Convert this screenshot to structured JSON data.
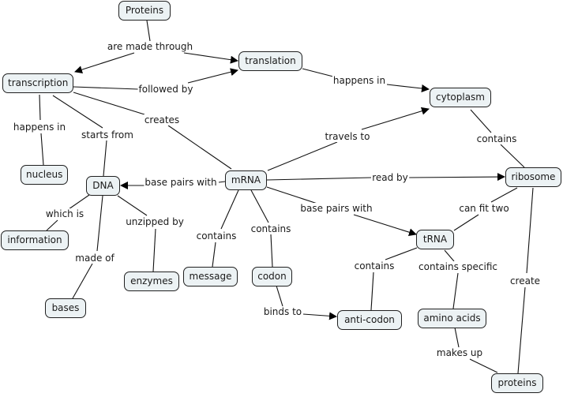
{
  "nodes": {
    "proteins_top": "Proteins",
    "transcription": "transcription",
    "translation": "translation",
    "cytoplasm": "cytoplasm",
    "nucleus": "nucleus",
    "dna": "DNA",
    "mrna": "mRNA",
    "ribosome": "ribosome",
    "information": "information",
    "enzymes": "enzymes",
    "message": "message",
    "codon": "codon",
    "trna": "tRNA",
    "bases": "bases",
    "anticodon": "anti-codon",
    "amino_acids": "amino acids",
    "proteins_bottom": "proteins"
  },
  "links": {
    "are_made_through": "are made through",
    "followed_by": "followed by",
    "happens_in_translation": "happens in",
    "happens_in_transcription": "happens in",
    "starts_from": "starts from",
    "creates": "creates",
    "travels_to": "travels to",
    "contains_cytoplasm": "contains",
    "base_pairs_with_dna": "base pairs with",
    "read_by": "read by",
    "which_is": "which is",
    "unzipped_by": "unzipped by",
    "made_of": "made of",
    "contains_message": "contains",
    "contains_codon": "contains",
    "base_pairs_with_trna": "base pairs with",
    "can_fit_two": "can fit two",
    "create": "create",
    "contains_anticodon": "contains",
    "contains_specific": "contains specific",
    "binds_to": "binds to",
    "makes_up": "makes up"
  }
}
